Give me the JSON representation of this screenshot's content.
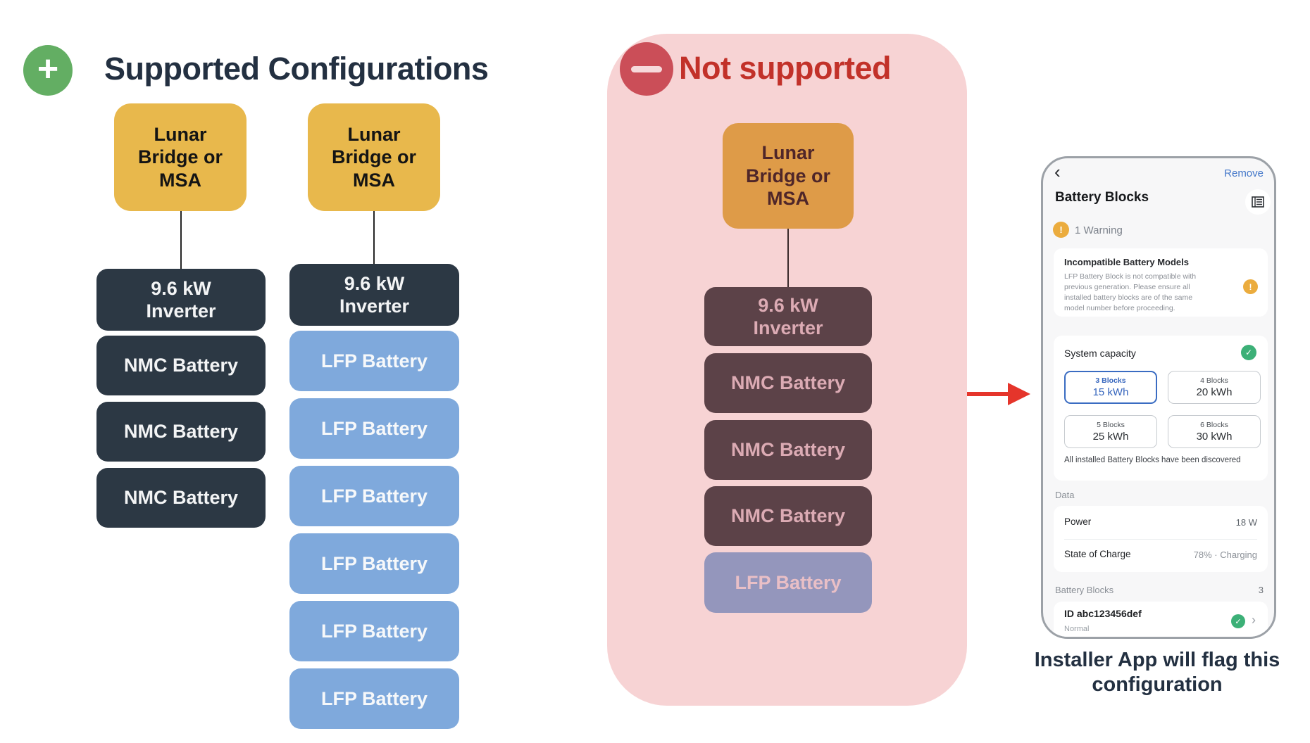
{
  "supported": {
    "title": "Supported Configurations",
    "icon": "plus-icon",
    "columns": [
      {
        "top": "Lunar Bridge or MSA",
        "inverter": "9.6 kW Inverter",
        "batteries": [
          "NMC Battery",
          "NMC Battery",
          "NMC Battery"
        ]
      },
      {
        "top": "Lunar Bridge or MSA",
        "inverter": "9.6 kW Inverter",
        "batteries": [
          "LFP Battery",
          "LFP Battery",
          "LFP Battery",
          "LFP Battery",
          "LFP Battery",
          "LFP Battery"
        ]
      }
    ]
  },
  "not_supported": {
    "title": "Not supported",
    "icon": "minus-icon",
    "column": {
      "top": "Lunar Bridge or MSA",
      "inverter": "9.6 kW Inverter",
      "batteries": [
        "NMC Battery",
        "NMC Battery",
        "NMC Battery",
        "LFP Battery"
      ]
    }
  },
  "phone": {
    "back_glyph": "‹",
    "remove_label": "Remove",
    "title": "Battery Blocks",
    "header_icon": "battery-rack-icon",
    "warning_glyph": "!",
    "check_glyph": "✓",
    "forward_glyph": "›",
    "warning_badge": "1 Warning",
    "warning_card": {
      "title": "Incompatible Battery Models",
      "body": "LFP Battery Block is not compatible with previous generation. Please ensure all installed battery blocks are of the same model number before proceeding."
    },
    "capacity": {
      "title": "System capacity",
      "options": [
        {
          "blocks": "3 Blocks",
          "kwh": "15 kWh",
          "selected": true
        },
        {
          "blocks": "4 Blocks",
          "kwh": "20 kWh",
          "selected": false
        },
        {
          "blocks": "5 Blocks",
          "kwh": "25 kWh",
          "selected": false
        },
        {
          "blocks": "6 Blocks",
          "kwh": "30 kWh",
          "selected": false
        }
      ],
      "footnote": "All installed Battery Blocks have been discovered"
    },
    "data_section": {
      "title": "Data",
      "rows": [
        {
          "label": "Power",
          "value": "18 W"
        },
        {
          "label": "State of Charge",
          "value": "78% · Charging"
        }
      ]
    },
    "blocks_section": {
      "title": "Battery Blocks",
      "count": "3",
      "item": {
        "id": "ID abc123456def",
        "status": "Normal"
      }
    }
  },
  "caption": "Installer App will flag this configuration",
  "colors": {
    "supported_yellow": "#E8B84C",
    "navy_box": "#2C3844",
    "lfp_blue": "#7FA9DC",
    "panel_pink": "#F7D3D4",
    "ns_orange": "#DE9B48",
    "ns_maroon": "#5C4248",
    "ns_purple": "#9496BC",
    "title_navy": "#233041",
    "title_red": "#C23129",
    "minus_red": "#CB4E58",
    "plus_green": "#63AE63",
    "arrow_red": "#E5352B",
    "link_blue": "#4377C9",
    "selected_blue": "#3565BD",
    "warning_orange": "#EBAC3E",
    "ok_green": "#3CB077"
  }
}
